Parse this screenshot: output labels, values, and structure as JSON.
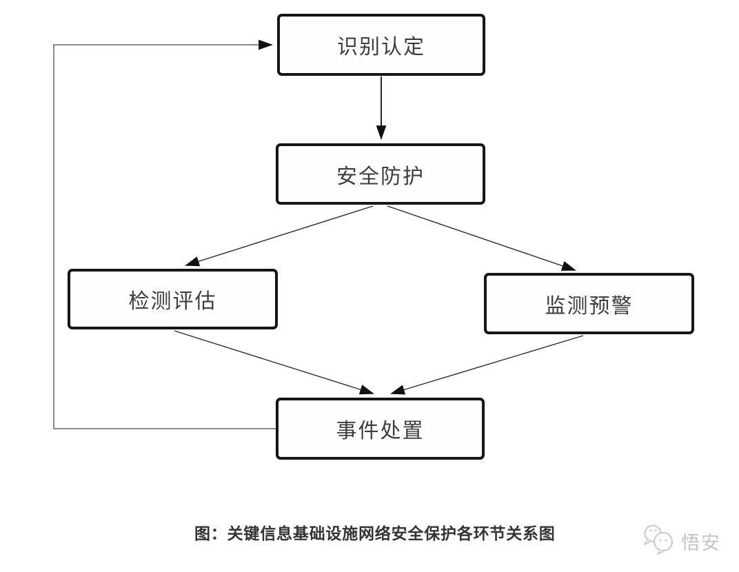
{
  "page": {
    "background": "#ffffff"
  },
  "diagram": {
    "title": "critical information infrastructure protection cycle",
    "nodes": [
      {
        "id": "identify",
        "label": "识别认定"
      },
      {
        "id": "protect",
        "label": "安全防护"
      },
      {
        "id": "detect",
        "label": "检测评估"
      },
      {
        "id": "monitor",
        "label": "监测预警"
      },
      {
        "id": "incident",
        "label": "事件处置"
      }
    ],
    "edges": [
      {
        "from": "识别认定",
        "to": "安全防护",
        "style": "solid-arrow"
      },
      {
        "from": "安全防护",
        "to": "检测评估",
        "style": "solid-arrow"
      },
      {
        "from": "安全防护",
        "to": "监测预警",
        "style": "solid-arrow"
      },
      {
        "from": "检测评估",
        "to": "事件处置",
        "style": "solid-arrow"
      },
      {
        "from": "监测预警",
        "to": "事件处置",
        "style": "solid-arrow"
      },
      {
        "from": "事件处置",
        "to": "识别认定",
        "style": "feedback-loop-gray"
      }
    ],
    "colors": {
      "box_border": "#161616",
      "box_text": "#3d3d3d",
      "arrow_line": "#222222",
      "arrowhead": "#111111",
      "feedback_line": "#8a8a8a",
      "background": "#ffffff"
    }
  },
  "caption": {
    "text": "图：关键信息基础设施网络安全保护各环节关系图"
  },
  "watermark": {
    "icon": "wechat-chat-bubbles-icon",
    "text": "悟安",
    "color": "#c3c3c3"
  }
}
